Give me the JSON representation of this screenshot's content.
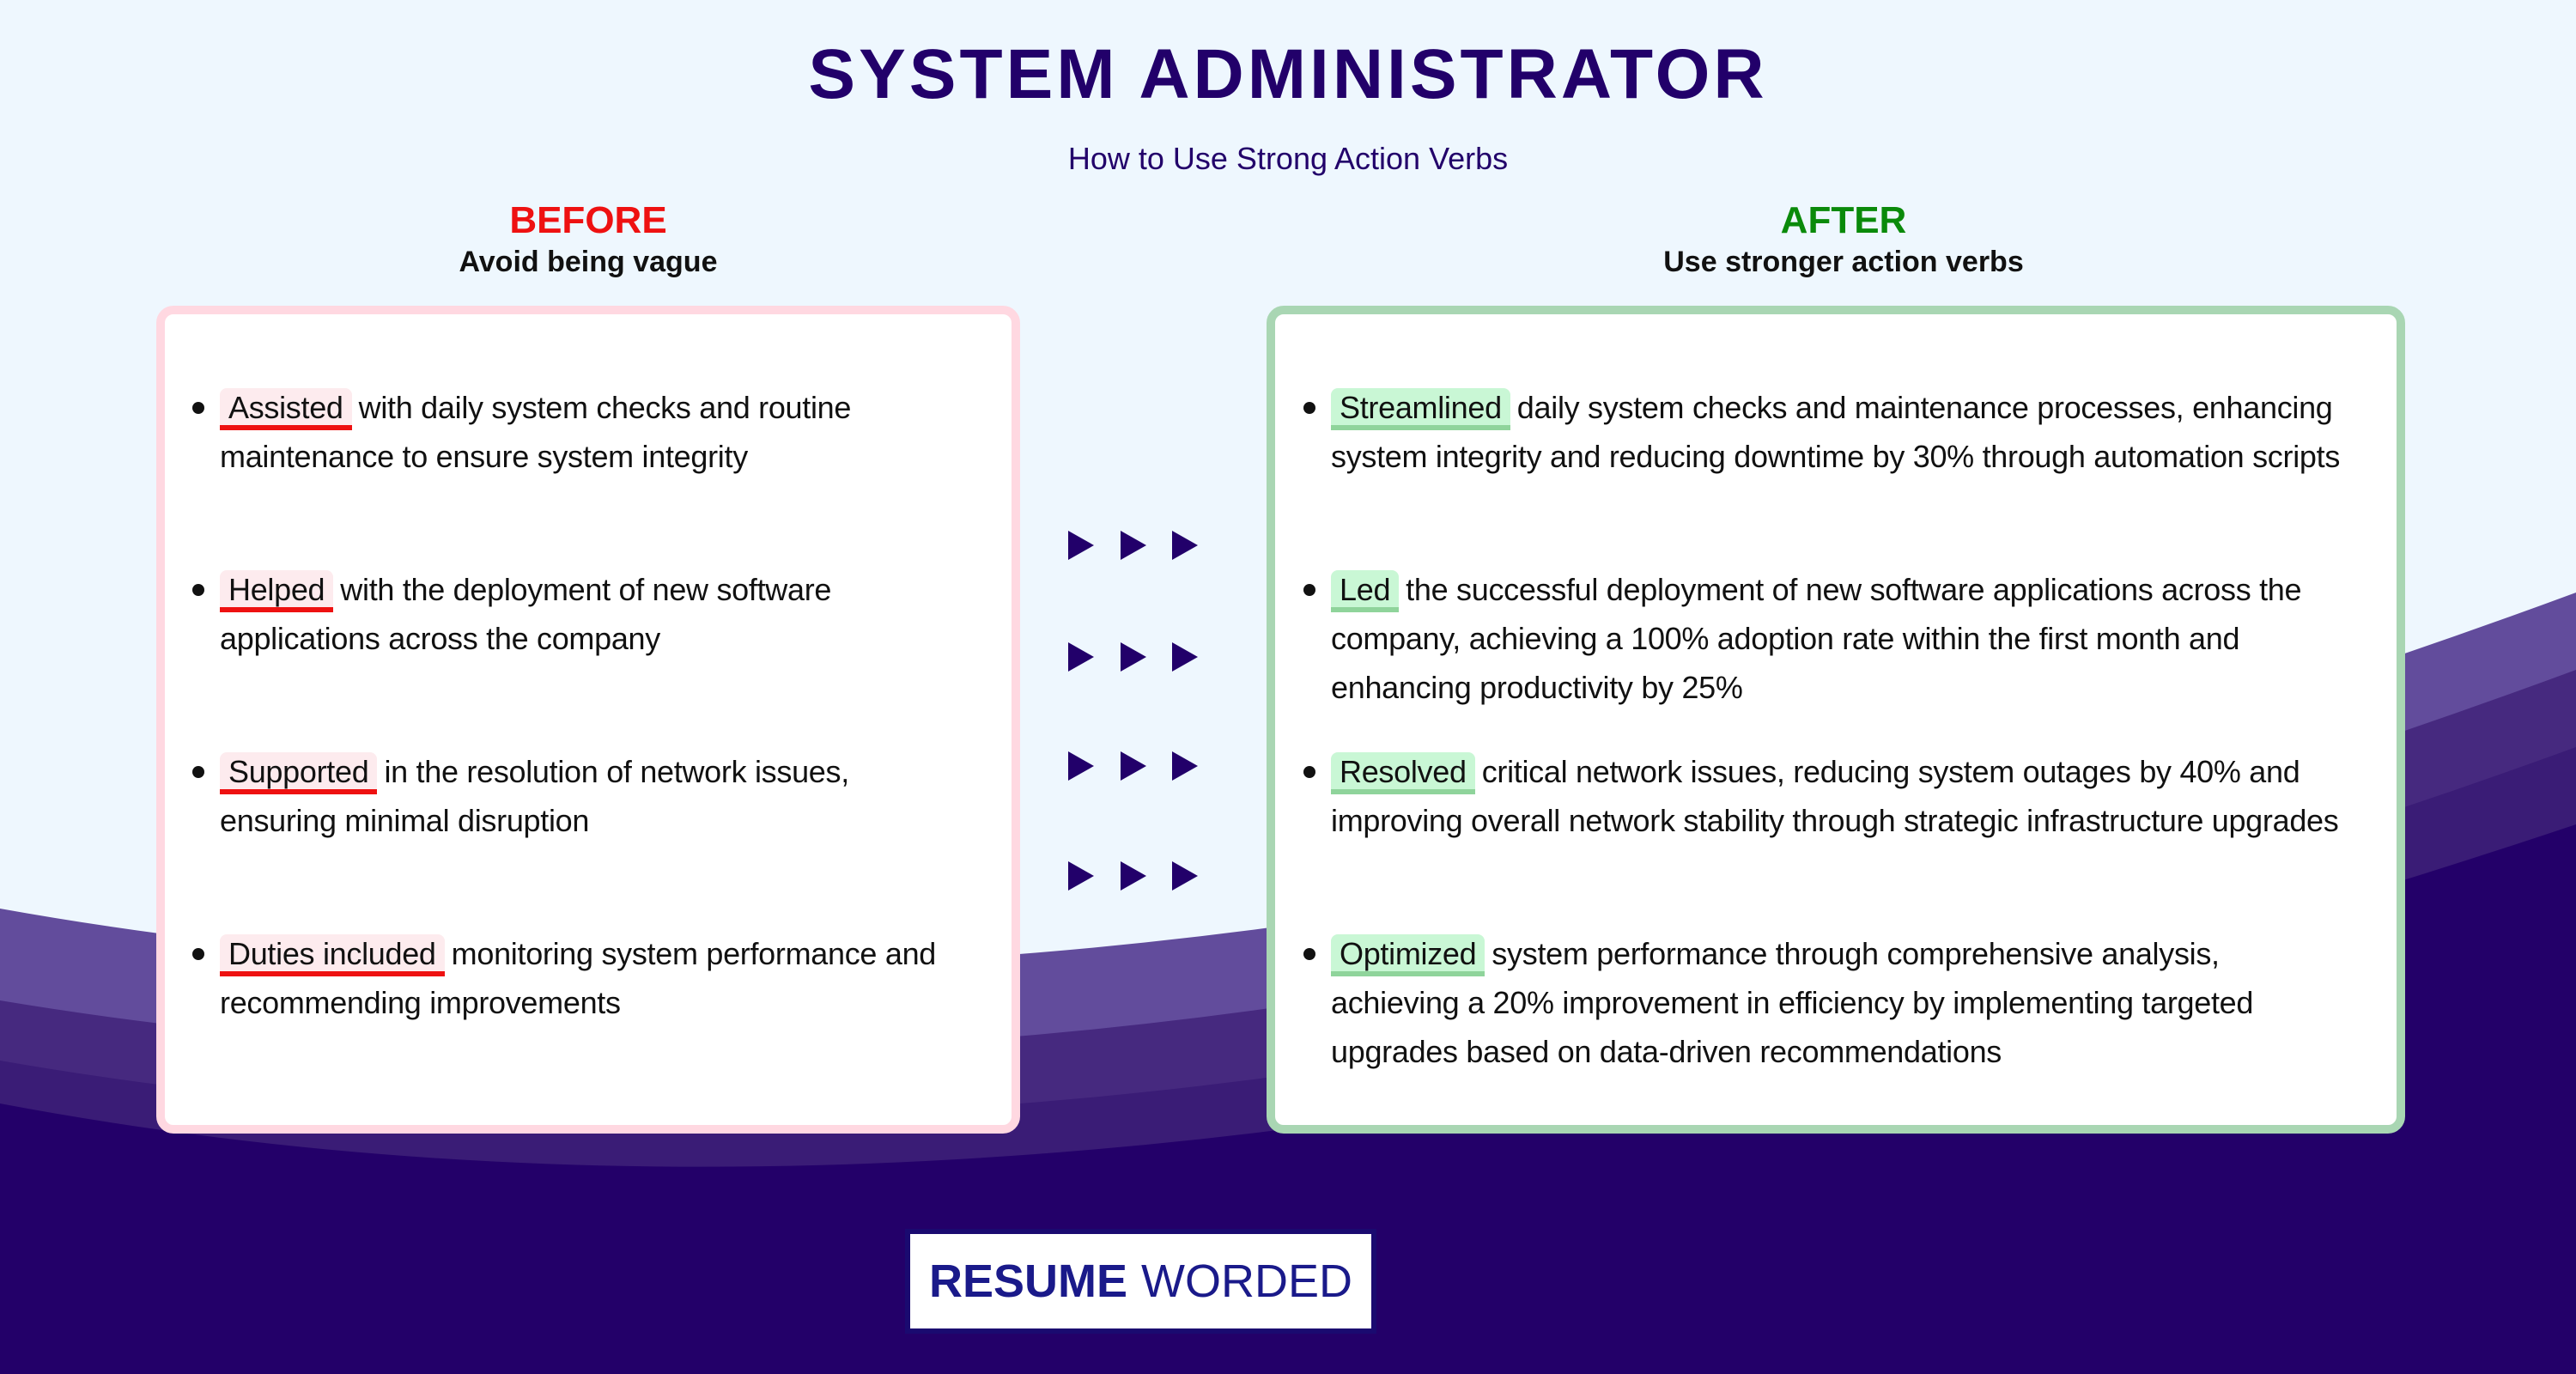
{
  "header": {
    "title": "SYSTEM ADMINISTRATOR",
    "subtitle": "How to Use Strong Action Verbs"
  },
  "before": {
    "heading": "BEFORE",
    "subheading": "Avoid being vague",
    "items": [
      {
        "verb": "Assisted",
        "text": "with daily system checks and routine maintenance to ensure system integrity"
      },
      {
        "verb": "Helped",
        "text": "with the deployment of new software applications across the company"
      },
      {
        "verb": "Supported",
        "text": "in the resolution of network issues, ensuring minimal disruption"
      },
      {
        "verb": "Duties included",
        "text": "monitoring system performance and recommending improvements"
      }
    ]
  },
  "after": {
    "heading": "AFTER",
    "subheading": "Use stronger action verbs",
    "items": [
      {
        "verb": "Streamlined",
        "text": "daily system checks and maintenance processes, enhancing system integrity and reducing downtime by 30% through automation scripts"
      },
      {
        "verb": "Led",
        "text": "the successful deployment of new software applications across the company, achieving a 100% adoption rate within the first month and enhancing productivity by 25%"
      },
      {
        "verb": "Resolved",
        "text": "critical network issues, reducing system outages by 40% and improving overall network stability through strategic infrastructure upgrades"
      },
      {
        "verb": "Optimized",
        "text": "system performance through comprehensive analysis, achieving a 20% improvement in efficiency by implementing targeted upgrades based on data-driven recommendations"
      }
    ]
  },
  "logo": {
    "bold": "RESUME",
    "light": "WORDED"
  },
  "colors": {
    "navy": "#22006a",
    "before": "#ee1111",
    "after": "#0a8a0a"
  }
}
